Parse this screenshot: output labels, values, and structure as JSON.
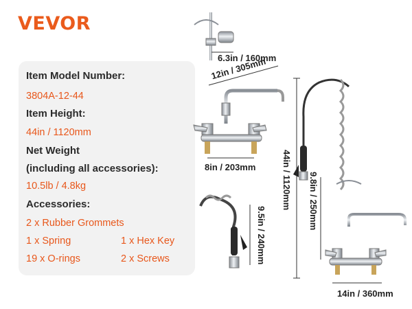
{
  "brand": {
    "logo": "VEVOR",
    "accent": "#ea5b1c"
  },
  "specs": {
    "model_label": "Item Model Number:",
    "model_value": "3804A-12-44",
    "height_label": "Item Height:",
    "height_value": "44in / 1120mm",
    "weight_label": "Net Weight",
    "weight_note": "(including all accessories):",
    "weight_value": "10.5lb / 4.8kg",
    "accessories_label": "Accessories:",
    "accessories": [
      "2 x Rubber Grommets",
      "1 x Spring",
      "1 x Hex Key",
      "19 x O-rings",
      "2 x Screws"
    ]
  },
  "dimensions": {
    "bracket": "6.3in / 160mm",
    "spout": "12in / 305mm",
    "center": "8in / 203mm",
    "hose": "9.5in / 240mm",
    "total_height": "44in / 1120mm",
    "sprayer_height": "9.8in / 250mm",
    "base_width": "14in / 360mm"
  }
}
